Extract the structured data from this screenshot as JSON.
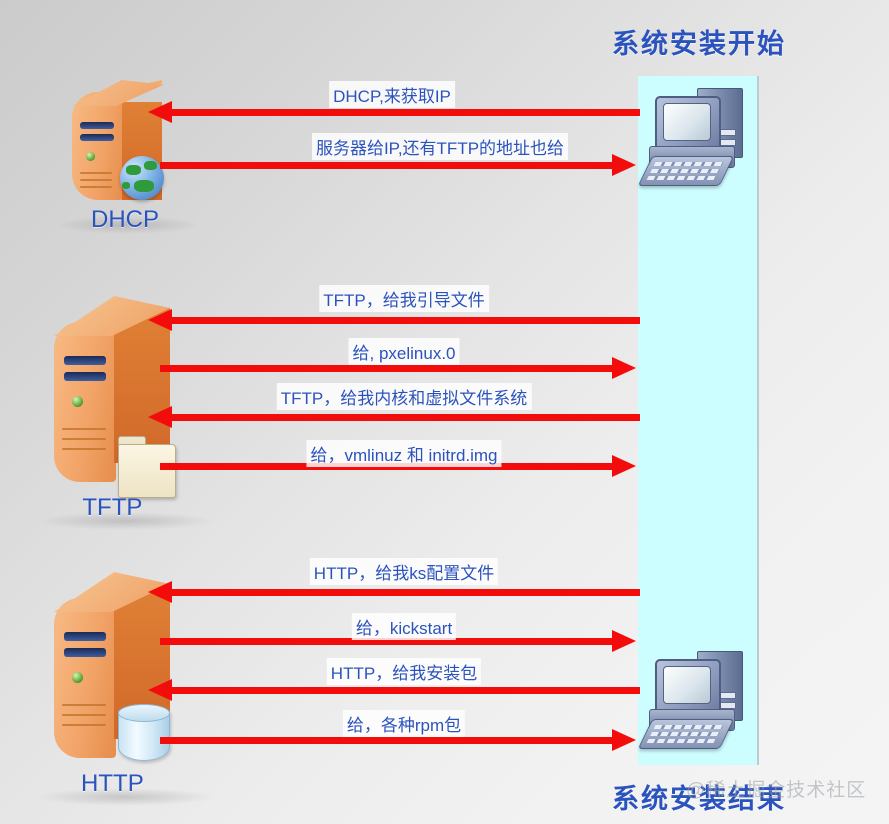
{
  "titles": {
    "top": "系统安装开始",
    "bottom": "系统安装结束",
    "watermark": "@稀土掘金技术社区"
  },
  "colors": {
    "arrow": "#f30c0c",
    "text_blue": "#2b53bd",
    "band": "#ccfdff",
    "server_orange": "#ec9153"
  },
  "servers": [
    {
      "label": "DHCP",
      "badge": "globe-icon"
    },
    {
      "label": "TFTP",
      "badge": "folder-icon"
    },
    {
      "label": "HTTP",
      "badge": "database-icon"
    }
  ],
  "client": {
    "icon": "desktop-computer-icon",
    "label_top": "系统安装开始",
    "label_bottom": "系统安装结束"
  },
  "messages": [
    {
      "text": "DHCP,来获取IP",
      "direction": "left",
      "group": "dhcp"
    },
    {
      "text": "服务器给IP,还有TFTP的地址也给",
      "direction": "right",
      "group": "dhcp"
    },
    {
      "text": "TFTP，给我引导文件",
      "direction": "left",
      "group": "tftp"
    },
    {
      "text": "给, pxelinux.0",
      "direction": "right",
      "group": "tftp"
    },
    {
      "text": "TFTP，给我内核和虚拟文件系统",
      "direction": "left",
      "group": "tftp"
    },
    {
      "text": "给，vmlinuz 和 initrd.img",
      "direction": "right",
      "group": "tftp"
    },
    {
      "text": "HTTP，给我ks配置文件",
      "direction": "left",
      "group": "http"
    },
    {
      "text": "给，kickstart",
      "direction": "right",
      "group": "http"
    },
    {
      "text": "HTTP，给我安装包",
      "direction": "left",
      "group": "http"
    },
    {
      "text": "给，各种rpm包",
      "direction": "right",
      "group": "http"
    }
  ]
}
